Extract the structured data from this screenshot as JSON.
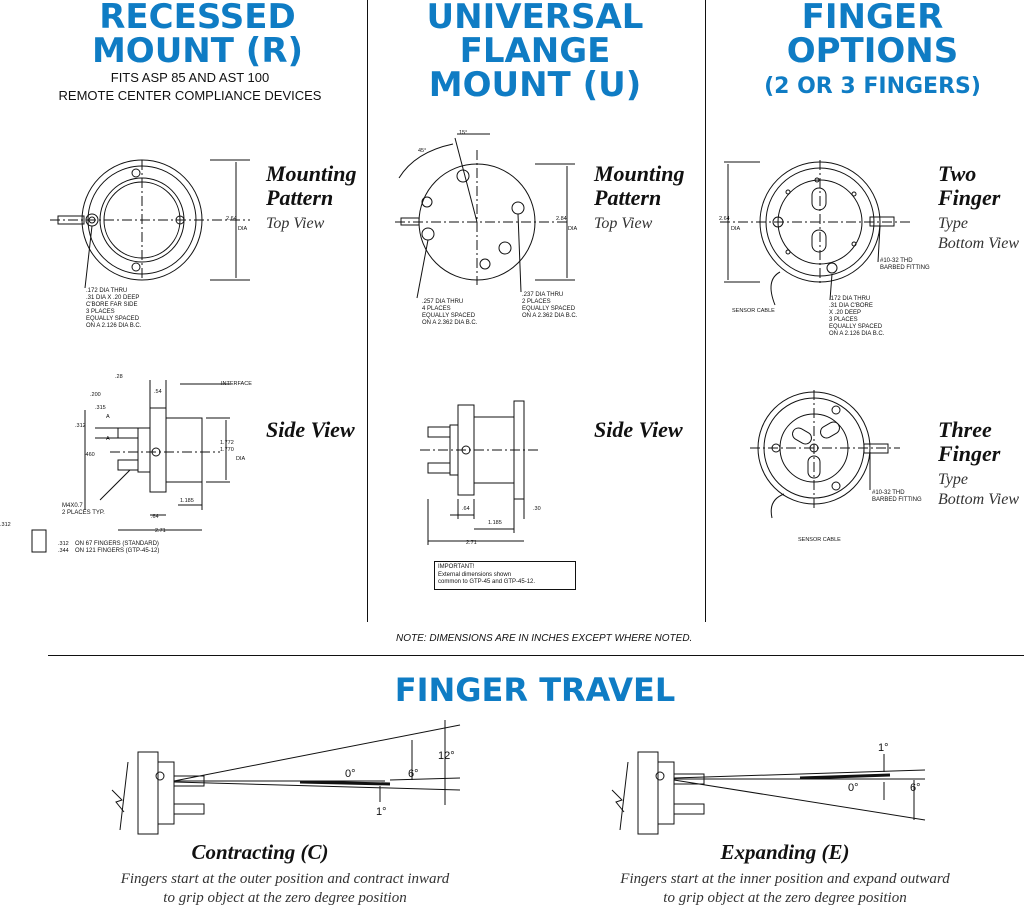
{
  "recessed": {
    "title_line1": "RECESSED",
    "title_line2": "MOUNT (R)",
    "fits_line1": "FITS ASP 85 AND AST 100",
    "fits_line2": "REMOTE CENTER COMPLIANCE DEVICES",
    "mounting_label1": "Mounting",
    "mounting_label2": "Pattern",
    "top_view": "Top View",
    "side_view": "Side View",
    "dim_dia": "2.64",
    "dim_dia_unit": "DIA",
    "hole_note": ".172 DIA THRU\n.31 DIA X .20 DEEP\nC'BORE FAR SIDE\n3 PLACES\nEQUALLY SPACED\nON A 2.126 DIA B.C.",
    "side_dims": {
      "d28": ".28",
      "d54": ".54",
      "interface": "INTERFACE",
      "d200": ".200",
      "d315": ".315",
      "d312": ".312",
      "a1": "A",
      "a2": "A",
      "d460": ".460",
      "d1772": "1.772",
      "d1770": "1.770",
      "dia": "DIA",
      "m4": "M4X0.7\n2 PLACES TYP.",
      "d1185": "1.185",
      "d64": ".64",
      "d271": "2.71",
      "d312b": ".312",
      "d312c": ".312",
      "d344": ".344",
      "fingers_note": "ON 67 FINGERS (STANDARD)\nON 121 FINGERS (GTP-45-12)"
    }
  },
  "universal": {
    "title_line1": "UNIVERSAL",
    "title_line2": "FLANGE",
    "title_line3": "MOUNT (U)",
    "mounting_label1": "Mounting",
    "mounting_label2": "Pattern",
    "top_view": "Top View",
    "side_view": "Side View",
    "angle1": "45°",
    "angle2": "15°",
    "dim_dia": "2.84",
    "dim_dia_unit": "DIA",
    "note_left": ".257 DIA THRU\n4 PLACES\nEQUALLY SPACED\nON A 2.362 DIA B.C.",
    "note_right": ".237 DIA THRU\n2 PLACES\nEQUALLY SPACED\nON A 2.362 DIA B.C.",
    "d64": ".64",
    "d30": ".30",
    "d1185": "1.185",
    "d271": "2.71",
    "important_title": "IMPORTANT!",
    "important_body": "External dimensions shown\ncommon to GTP-45 and GTP-45-12."
  },
  "finger_options": {
    "title_line1": "FINGER",
    "title_line2": "OPTIONS",
    "title_line3": "(2 OR 3 FINGERS)",
    "two_label1": "Two",
    "two_label2": "Finger",
    "two_sub1": "Type",
    "two_sub2": "Bottom View",
    "three_label1": "Three",
    "three_label2": "Finger",
    "three_sub1": "Type",
    "three_sub2": "Bottom View",
    "dim_dia": "2.64",
    "dim_dia_unit": "DIA",
    "thd_note": "#10-32 THD\nBARBED FITTING",
    "sensor_cable": "SENSOR CABLE",
    "hole_note": ".172 DIA THRU\n.31 DIA C'BORE\nX .20 DEEP\n3 PLACES\nEQUALLY SPACED\nON A 2.126 DIA B.C.",
    "thd_note2": "#10-32 THD\nBARBED FITTING",
    "sensor_cable2": "SENSOR CABLE"
  },
  "note": "NOTE:  DIMENSIONS ARE IN INCHES EXCEPT WHERE NOTED.",
  "travel": {
    "title": "FINGER TRAVEL",
    "contracting": {
      "label": "Contracting (C)",
      "caption1": "Fingers start at the outer position and contract inward",
      "caption2": "to grip object at the zero degree position",
      "a12": "12°",
      "a6": "6°",
      "a0": "0°",
      "a1": "1°"
    },
    "expanding": {
      "label": "Expanding (E)",
      "caption1": "Fingers start at the inner position and expand outward",
      "caption2": "to grip object at the zero degree position",
      "a1": "1°",
      "a0": "0°",
      "a6": "6°"
    }
  },
  "colors": {
    "accent": "#0f7cc4",
    "line": "#111111"
  }
}
